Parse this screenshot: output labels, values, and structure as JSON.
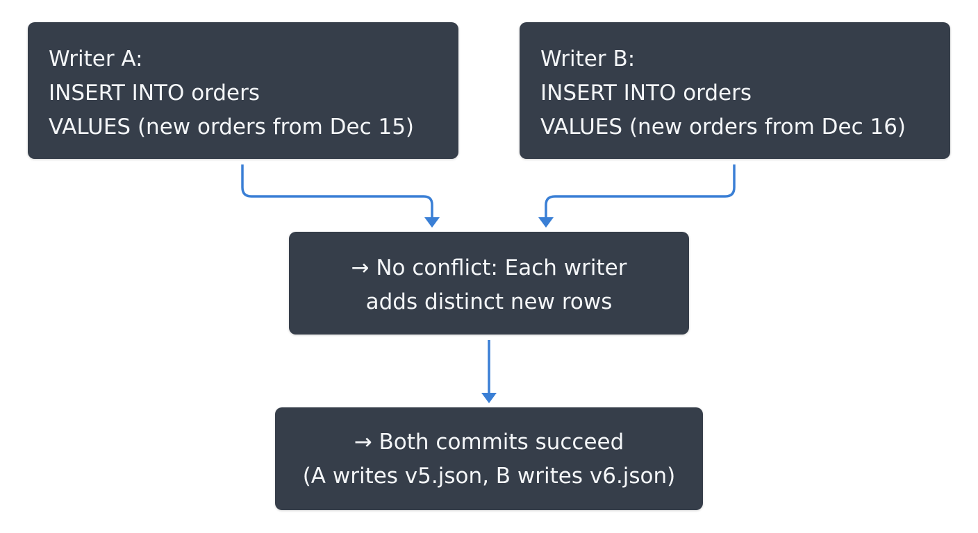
{
  "diagram": {
    "accent_color": "#3a7fd5",
    "box_color": "#363e4a",
    "nodes": {
      "writer_a": {
        "lines": [
          "Writer A:",
          "INSERT INTO orders",
          "VALUES (new orders from Dec 15)"
        ]
      },
      "writer_b": {
        "lines": [
          "Writer B:",
          "INSERT INTO orders",
          "VALUES (new orders from Dec 16)"
        ]
      },
      "no_conflict": {
        "lines": [
          "→ No conflict: Each writer",
          "adds distinct new rows"
        ]
      },
      "result": {
        "lines": [
          "→ Both commits succeed",
          "(A writes v5.json, B writes v6.json)"
        ]
      }
    },
    "edges": [
      {
        "from": "writer_a",
        "to": "no_conflict"
      },
      {
        "from": "writer_b",
        "to": "no_conflict"
      },
      {
        "from": "no_conflict",
        "to": "result"
      }
    ]
  }
}
